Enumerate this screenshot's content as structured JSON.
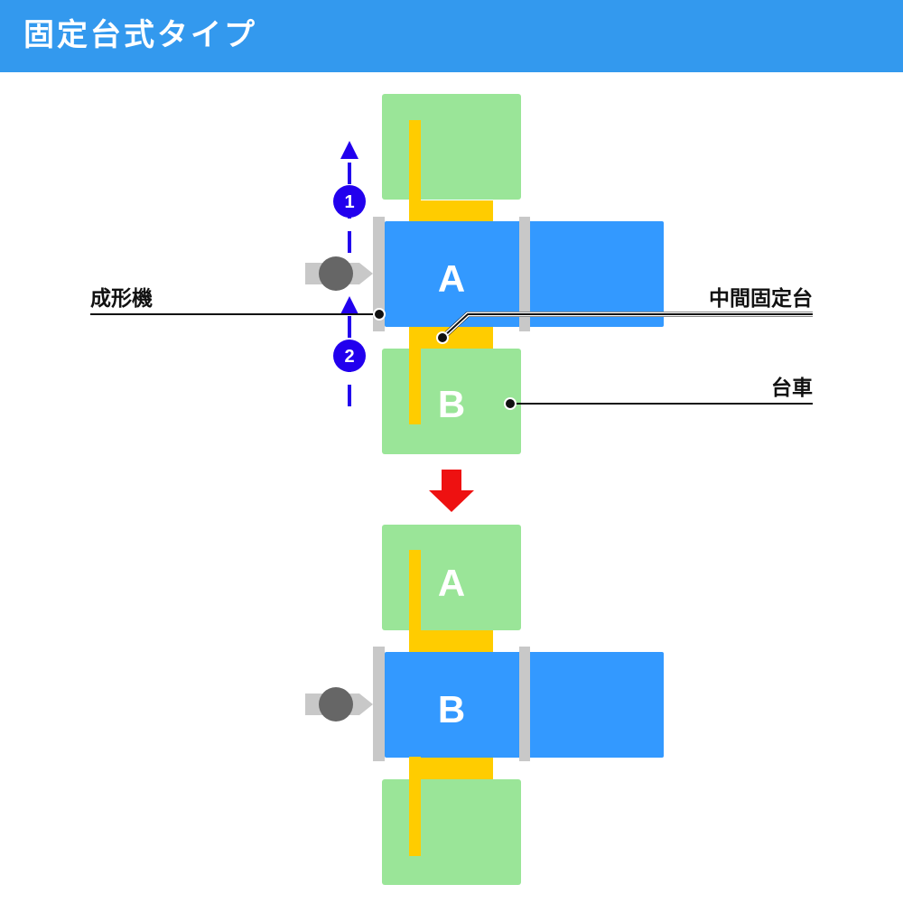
{
  "header": {
    "title": "固定台式タイプ"
  },
  "labels": {
    "molding_machine": "成形機",
    "intermediate_table": "中間固定台",
    "cart": "台車"
  },
  "boxes": {
    "a": "A",
    "b": "B"
  },
  "steps": [
    "1",
    "2"
  ],
  "colors": {
    "header": "#3399ee",
    "cart": "#9ae598",
    "rail": "#ffcc00",
    "table": "#3399ff",
    "frame": "#c8c8c8",
    "nozzle": "#666666",
    "step_arrow": "#2200ee",
    "transition_arrow": "#ee1111"
  }
}
